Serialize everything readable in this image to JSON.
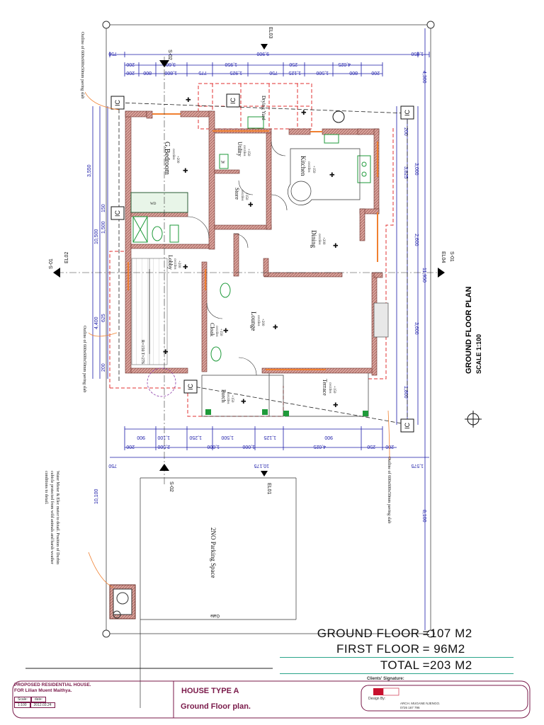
{
  "rooms": {
    "bedroom": "G.Bedroom",
    "utility": "Utility",
    "store": "Store",
    "kitchen": "Kitchen",
    "dining": "Dining",
    "lobby": "Lobby",
    "cloak": "Cloak",
    "lounge": "Lounge",
    "porch": "Porch",
    "terrace": "Terrace",
    "drying_yard": "Drying Yard",
    "parking": "2NO Parking Space",
    "finish": "cer.tiles",
    "lvl150": "+150",
    "lvl200": "+200",
    "wd": "WD",
    "w": "W",
    "stair_note": "R=150 T=276"
  },
  "markers": {
    "el01": "EL01",
    "el02": "EL02",
    "el03": "EL03",
    "el04": "EL04",
    "s01": "S-01",
    "s02": "S-02",
    "ic": "IC",
    "gate": "Gate"
  },
  "dims": {
    "top_row1": [
      "750",
      "9,900",
      "1,850"
    ],
    "top_row2": [
      "200",
      "3,600",
      "1,950",
      "250",
      "4,025"
    ],
    "top_row3": [
      "200",
      "800",
      "1,800",
      "775",
      "1,925",
      "750",
      "1,125",
      "1,500",
      "800",
      "200"
    ],
    "bottom_row1": [
      "900",
      "1,100",
      "1,250",
      "1,500",
      "1,125",
      "900"
    ],
    "bottom_row2": [
      "200",
      "2,500",
      "1,000",
      "1,000",
      "4,025",
      "250",
      "200"
    ],
    "bottom_row3": [
      "750",
      "10,175",
      "1,575"
    ],
    "left_col": [
      "3,550",
      "1,500",
      "150",
      "10,500",
      "625",
      "4,400",
      "200"
    ],
    "right_col": [
      "4,300",
      "3,825",
      "3,000",
      "2,600",
      "11,950",
      "3,600",
      "1,800",
      "8,100",
      "200"
    ],
    "parking_len": "10,100"
  },
  "notes": {
    "paving_top": "Outline of 600x600x50mm paving slab",
    "paving_left": "Outline of 600x600x50mm paving slab",
    "paving_right": "Outline of 600x600x50mm paving slab",
    "water_meter": "Water Meter & Elec meter to detail. Position of Durbin cubicle protected from wild animals and harsh weather conditions to detail."
  },
  "title": {
    "plan": "GROUND FLOOR PLAN",
    "scale": "SCALE 1:100"
  },
  "areas": [
    {
      "label": "GROUND FLOOR",
      "value": "=107 M2"
    },
    {
      "label": "FIRST FLOOR",
      "value": "= 96M2"
    },
    {
      "label": "TOTAL",
      "value": "=203 M2"
    }
  ],
  "titleblock": {
    "project": "PROPOSED RESIDENTIAL HOUSE.",
    "owner": "FOR Lilian Muent Maithya.",
    "scale_label": "Scale:",
    "scale_value": "1:100",
    "date_label": "date:",
    "date_value": "2012.03.24",
    "house_type": "HOUSE TYPE A",
    "sheet": "Ground Floor plan.",
    "clients": "Clients' Signature:",
    "design_by": "Design By:",
    "firm": "ARCH. MUGANE NJENGO.",
    "phone": "0726 167 796"
  },
  "colors": {
    "wall": "#c9908a",
    "dim": "#1a1aa8",
    "red": "#e03030",
    "green": "#1e9a3a",
    "brand": "#7a1a4a"
  }
}
